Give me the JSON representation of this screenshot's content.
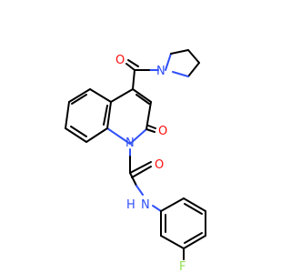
{
  "structure": {
    "atoms": {
      "o_ketone": "O",
      "n_pyrrolidine": "N",
      "o_lactam": "O",
      "n_quinolinone": "N",
      "o_amide": "O",
      "n_amide": "N",
      "h_amide": "H",
      "f_aryl": "F"
    },
    "colors": {
      "carbon": "#000000",
      "oxygen": "#ff0d0d",
      "nitrogen": "#3050f8",
      "fluorine": "#90e050"
    }
  }
}
